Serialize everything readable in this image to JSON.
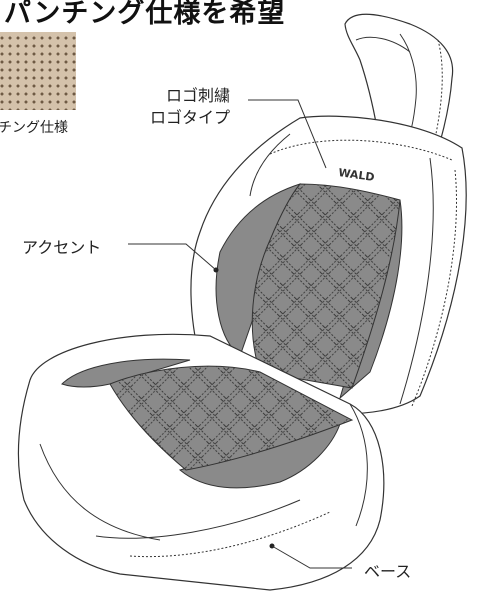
{
  "header": {
    "title": "パンチング仕様を希望"
  },
  "swatch": {
    "caption": "チング仕様"
  },
  "callouts": {
    "logo_embroidery": "ロゴ刺繍",
    "logo_type": "ロゴタイプ",
    "accent": "アクセント",
    "base": "ベース"
  },
  "seat": {
    "logo_text": "WALD"
  },
  "colors": {
    "accent": "#8a8a8a",
    "base": "#ffffff",
    "stitch": "#333333",
    "punching": "#d4c2ab"
  }
}
